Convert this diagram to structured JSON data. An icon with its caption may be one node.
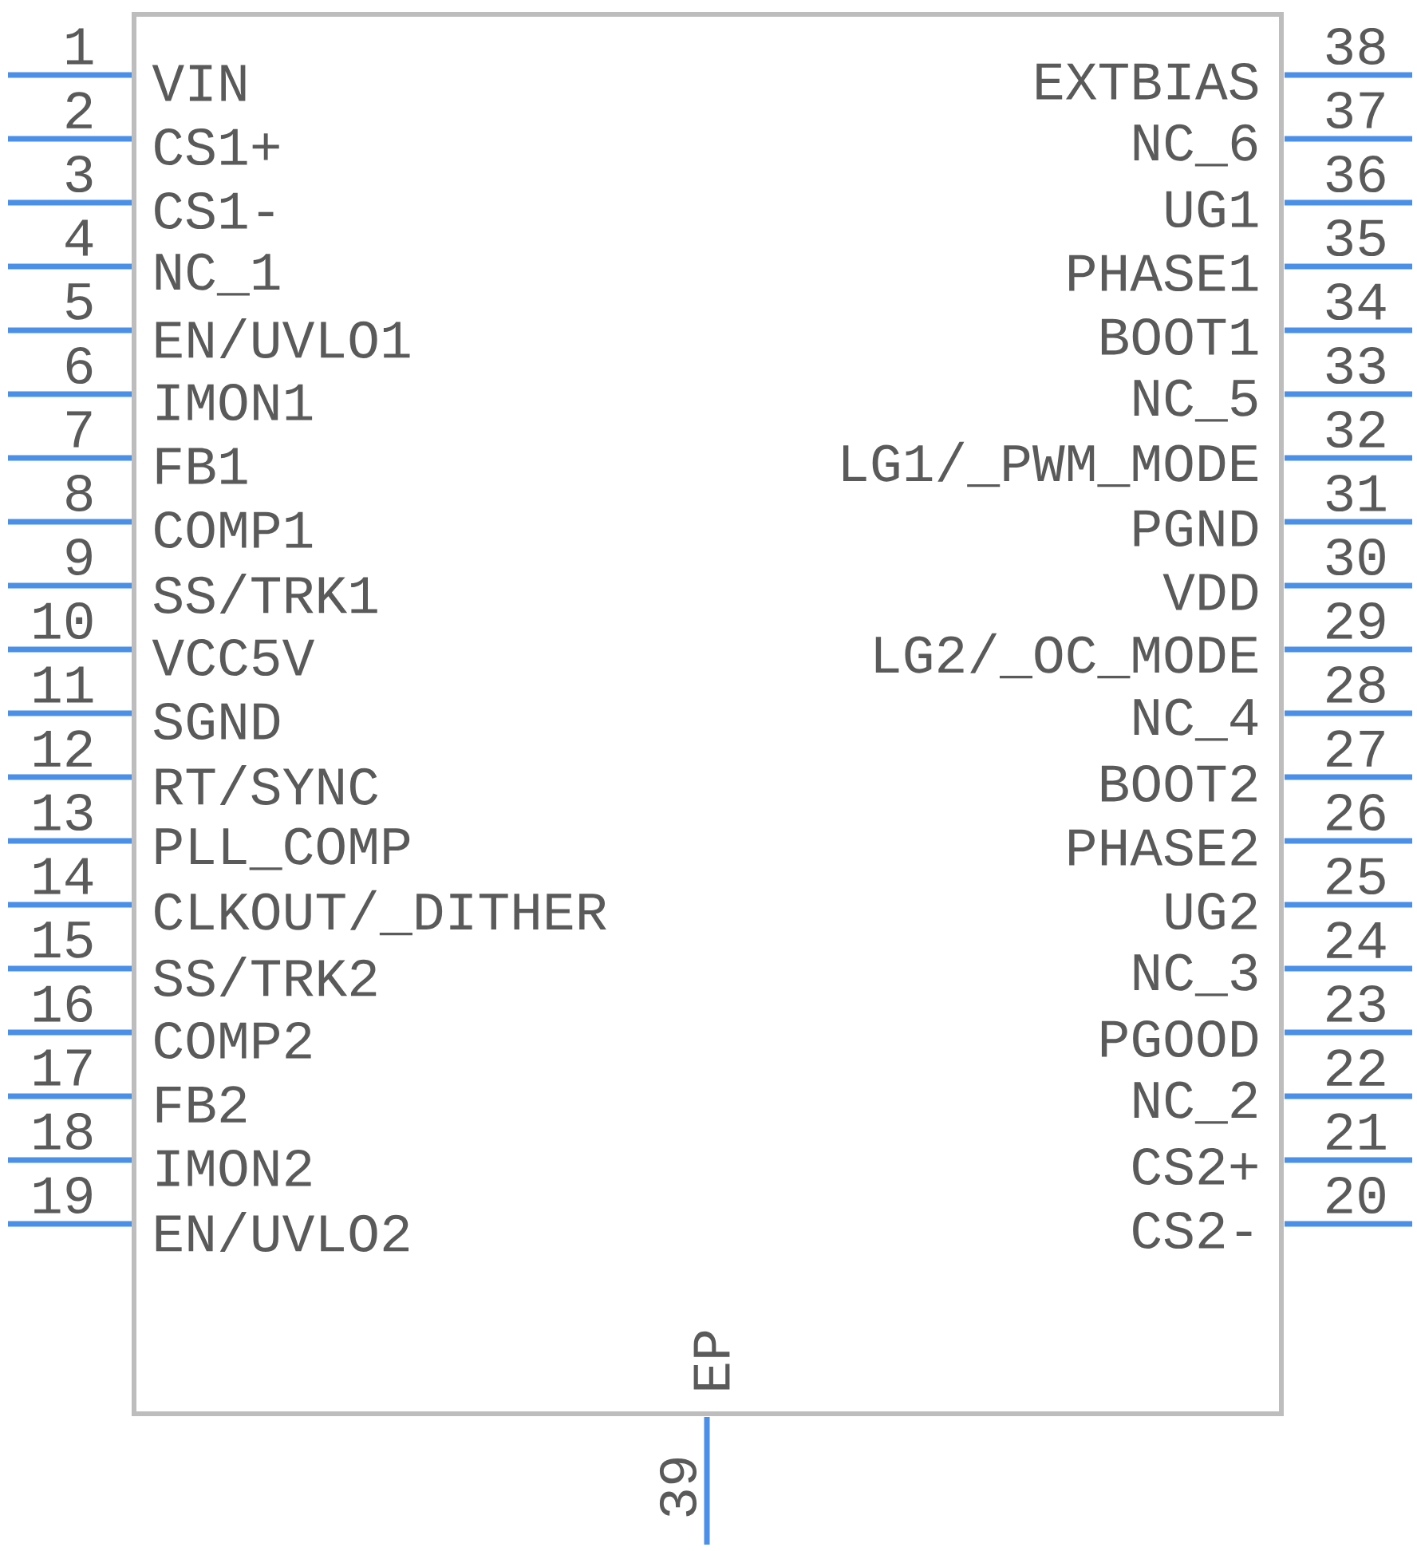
{
  "diagram": {
    "nodes": [
      {
        "text": [
          "VIN",
          "CS1+",
          "CS1-",
          "NC_1",
          "EN/UVLO1",
          "IMON1",
          "FB1",
          "COMP1",
          "SS/TRK1",
          "VCC5V",
          "SGND",
          "RT/SYNC",
          "PLL_COMP",
          "CLKOUT/_DITHER",
          "SS/TRK2",
          "COMP2",
          "FB2",
          "IMON2",
          "EN/UVLO2",
          "EXTBIAS",
          "NC_6",
          "UG1",
          "PHASE1",
          "BOOT1",
          "NC_5",
          "LG1/_PWM_MODE",
          "PGND",
          "VDD",
          "LG2/_OC_MODE",
          "NC_4",
          "BOOT2",
          "PHASE2",
          "UG2",
          "NC_3",
          "PGOOD",
          "NC_2",
          "CS2+",
          "CS2-",
          "EP"
        ]
      }
    ],
    "labels": [
      "1",
      "2",
      "3",
      "4",
      "5",
      "6",
      "7",
      "8",
      "9",
      "10",
      "11",
      "12",
      "13",
      "14",
      "15",
      "16",
      "17",
      "18",
      "19",
      "38",
      "37",
      "36",
      "35",
      "34",
      "33",
      "32",
      "31",
      "30",
      "29",
      "28",
      "27",
      "26",
      "25",
      "24",
      "23",
      "22",
      "21",
      "20",
      "39"
    ]
  }
}
